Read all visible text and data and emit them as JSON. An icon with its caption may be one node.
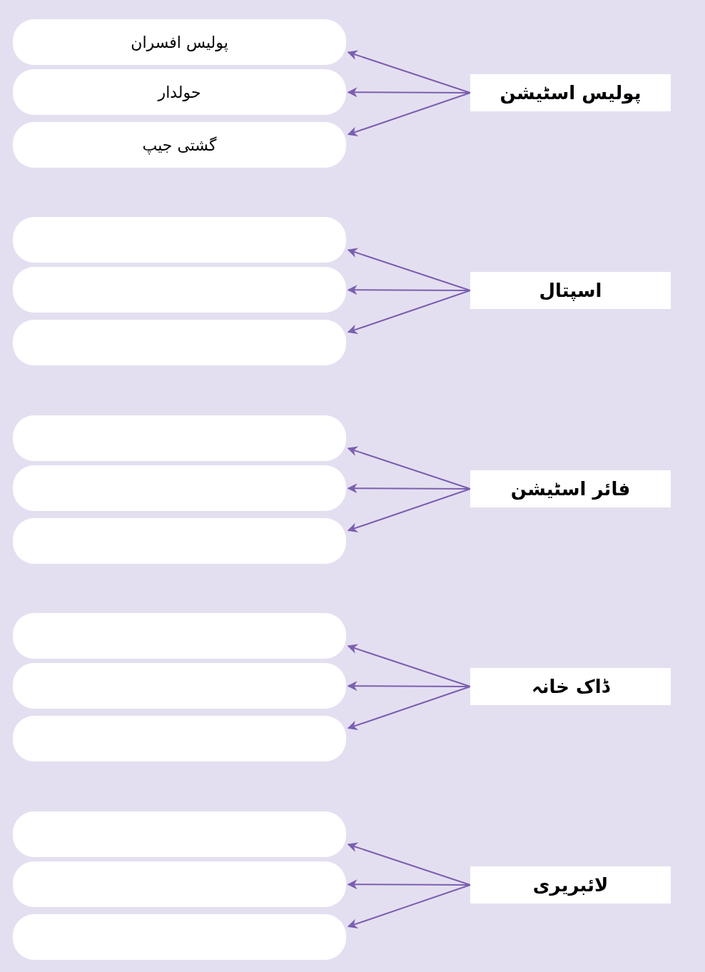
{
  "diagram": {
    "nodes": [
      {
        "text": [
          "پولیس افسران"
        ]
      },
      {
        "text": [
          "حولدار"
        ]
      },
      {
        "text": [
          "گشتی جیپ"
        ]
      },
      {
        "text": [
          "پولیس اسٹیشن"
        ]
      },
      {
        "text": [],
        "shape": "box"
      },
      {
        "text": [],
        "shape": "box"
      },
      {
        "text": [],
        "shape": "box"
      },
      {
        "text": [
          "اسپتال"
        ]
      },
      {
        "text": [],
        "shape": "box"
      },
      {
        "text": [],
        "shape": "box"
      },
      {
        "text": [],
        "shape": "box"
      },
      {
        "text": [
          "فائر اسٹیشن"
        ]
      },
      {
        "text": [],
        "shape": "box"
      },
      {
        "text": [],
        "shape": "box"
      },
      {
        "text": [],
        "shape": "box"
      },
      {
        "text": [
          "ڈاک خانہ"
        ]
      },
      {
        "text": [],
        "shape": "box"
      },
      {
        "text": [],
        "shape": "box"
      },
      {
        "text": [],
        "shape": "box"
      },
      {
        "text": [
          "لائبریری"
        ]
      }
    ],
    "edges": [
      {
        "from": 3,
        "to": 0,
        "arrow": "to"
      },
      {
        "from": 3,
        "to": 1,
        "arrow": "to"
      },
      {
        "from": 3,
        "to": 2,
        "arrow": "to"
      },
      {
        "from": 7,
        "to": 4,
        "arrow": "to"
      },
      {
        "from": 7,
        "to": 5,
        "arrow": "to"
      },
      {
        "from": 7,
        "to": 6,
        "arrow": "to"
      },
      {
        "from": 11,
        "to": 8,
        "arrow": "to"
      },
      {
        "from": 11,
        "to": 9,
        "arrow": "to"
      },
      {
        "from": 11,
        "to": 10,
        "arrow": "to"
      },
      {
        "from": 15,
        "to": 12,
        "arrow": "to"
      },
      {
        "from": 15,
        "to": 13,
        "arrow": "to"
      },
      {
        "from": 15,
        "to": 14,
        "arrow": "to"
      },
      {
        "from": 19,
        "to": 16,
        "arrow": "to"
      },
      {
        "from": 19,
        "to": 17,
        "arrow": "to"
      },
      {
        "from": 19,
        "to": 18,
        "arrow": "to"
      }
    ]
  }
}
